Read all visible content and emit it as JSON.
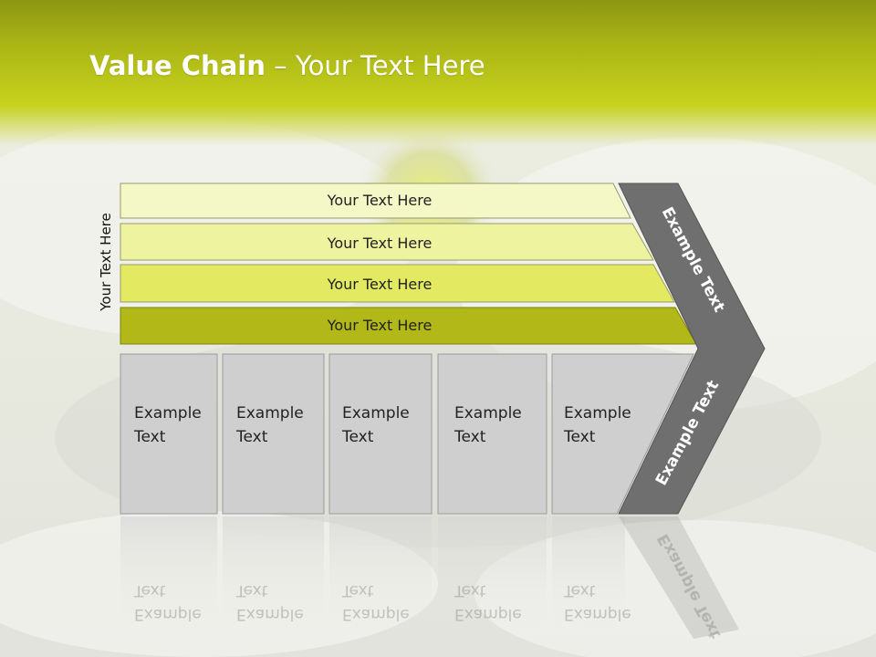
{
  "slide": {
    "title_bold": "Value Chain",
    "title_rest": " – Your Text Here",
    "side_label": "Your Text Here",
    "bars": [
      {
        "label": "Your Text Here",
        "color": "#f4f7c6"
      },
      {
        "label": "Your Text Here",
        "color": "#eef3a0"
      },
      {
        "label": "Your Text Here",
        "color": "#e3ea62"
      },
      {
        "label": "Your Text Here",
        "color": "#b1b818"
      }
    ],
    "columns": [
      {
        "line1": "Example",
        "line2": "Text"
      },
      {
        "line1": "Example",
        "line2": "Text"
      },
      {
        "line1": "Example",
        "line2": "Text"
      },
      {
        "line1": "Example",
        "line2": "Text"
      },
      {
        "line1": "Example",
        "line2": "Text"
      }
    ],
    "chevron": {
      "top_label": "Example Text",
      "bottom_label": "Example Text",
      "color": "#6f6f6f"
    },
    "colors": {
      "header": "#c6d21c",
      "column_fill": "#cfcfcf"
    }
  }
}
